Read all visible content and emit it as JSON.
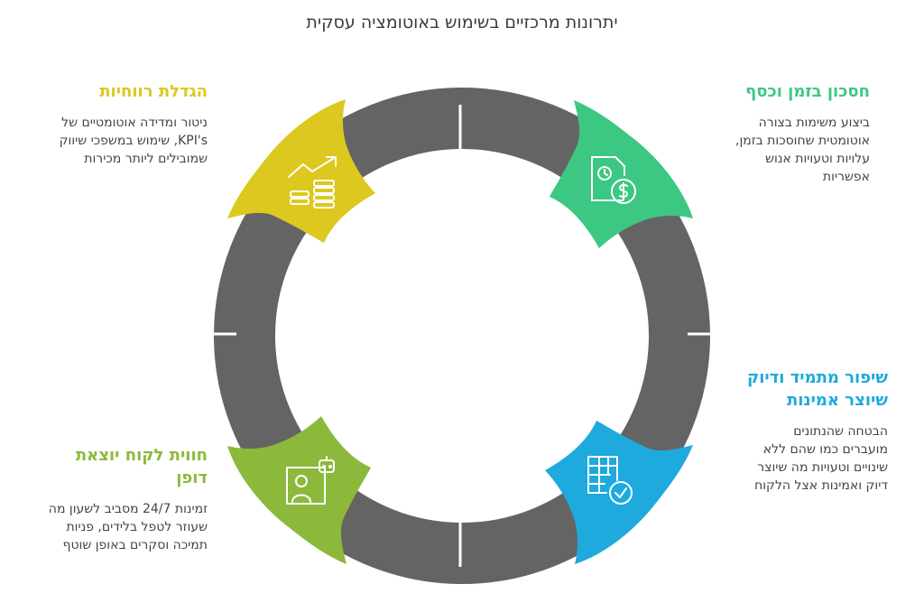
{
  "title": "יתרונות מרכזיים בשימוש באוטומציה עסקית",
  "colors": {
    "ring": "#646464",
    "green": "#3cc882",
    "blue": "#1eaadc",
    "olive": "#8cb93c",
    "yellow": "#dcc81e",
    "text": "#444444"
  },
  "items": [
    {
      "title": "חסכון בזמן וכסף",
      "text": "ביצוע משימות בצורה\nאוטומטית שחוסכות בזמן,\nעלויות וטעויות אנוש\nאפשריות",
      "color": "#3cc882",
      "icon": "clock-dollar-document-icon"
    },
    {
      "title": "שיפור מתמיד ודיוק\nשיוצר אמינות",
      "text": "הבטחה שהנתונים\nמועברים כמו שהם ללא\nשינויים וטעויות מה שיוצר\nדיוק ואמינות אצל הלקוח",
      "color": "#1eaadc",
      "icon": "table-check-icon"
    },
    {
      "title": "חווית לקוח יוצאת\nדופן",
      "text": "זמינות 24/7 מסביב לשעון מה\nשעוזר לטפל בלידים, פניות\nתמיכה וסקרים באופן שוטף",
      "color": "#8cb93c",
      "icon": "robot-person-icon"
    },
    {
      "title": "הגדלת רווחיות",
      "text": "ניטור ומדידה אוטומטיים של\nKPI's, שימוש במשפכי שיווק\nשמובילים ליותר מכירות",
      "color": "#dcc81e",
      "icon": "coins-growth-icon"
    }
  ]
}
